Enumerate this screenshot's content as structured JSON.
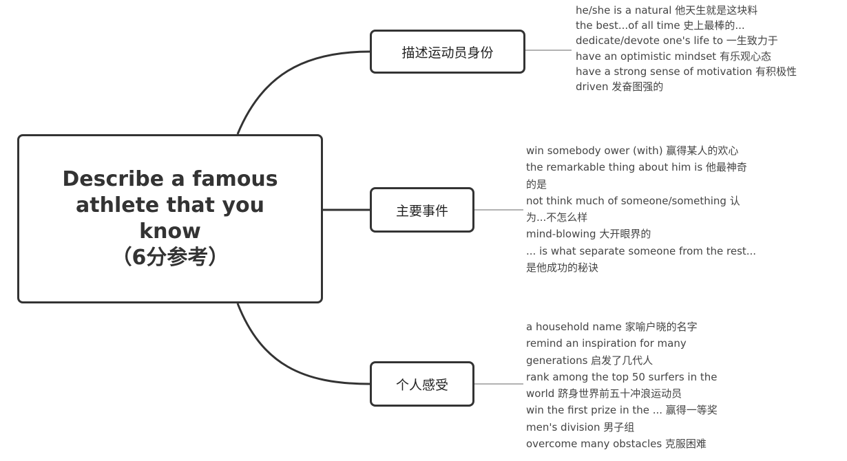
{
  "central": {
    "lines": [
      "Describe a famous",
      "athlete that you",
      "know",
      "（6分参考）"
    ]
  },
  "branches": [
    {
      "label": "描述运动员身份",
      "notes": [
        "he/she is a natural 他天生就是这块料",
        "the best...of all time 史上最棒的...",
        "dedicate/devote one's life to 一生致力于",
        "have an optimistic mindset 有乐观心态",
        "have a strong sense of motivation 有积极性",
        "driven 发奋图强的"
      ]
    },
    {
      "label": "主要事件",
      "notes": [
        "win somebody ower (with) 赢得某人的欢心",
        "the remarkable thing about him is 他最神奇",
        "的是",
        "not think much of someone/something 认",
        "为...不怎么样",
        "mind-blowing 大开眼界的",
        "... is what separate someone from the rest...",
        "是他成功的秘诀"
      ]
    },
    {
      "label": "个人感受",
      "notes": [
        "a household name 家喻户晓的名字",
        "remind an inspiration for many",
        "generations 启发了几代人",
        "rank among the top 50 surfers in the",
        "world 跻身世界前五十冲浪运动员",
        "win the first prize in the ... 赢得一等奖",
        "men's division 男子组",
        "overcome many obstacles 克服困难"
      ]
    }
  ]
}
